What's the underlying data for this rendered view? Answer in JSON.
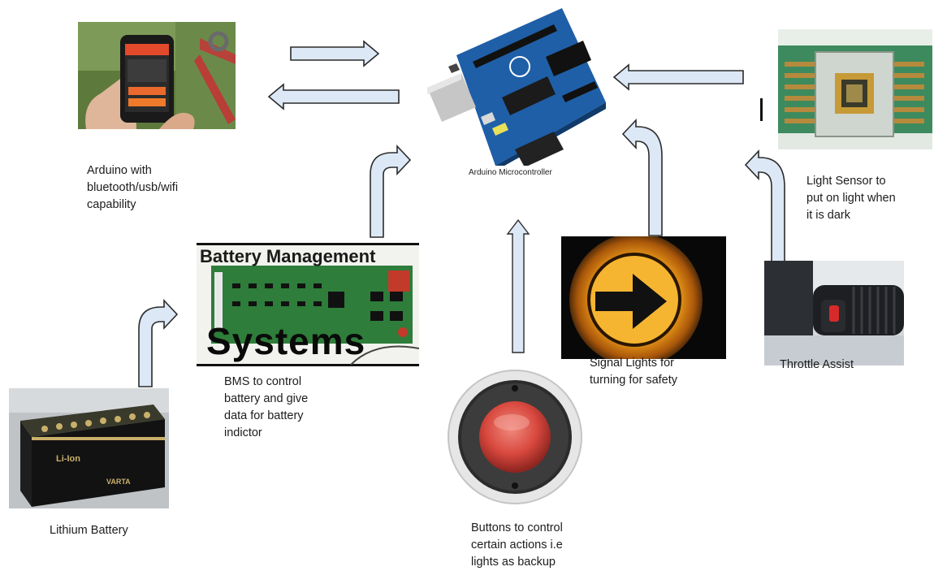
{
  "labels": {
    "arduino_micro": "Arduino Microcontroller",
    "phone": "Arduino with\nbluetooth/usb/wifi\ncapability",
    "light_sensor": "Light Sensor to\nput on light when\nit is dark",
    "bms": "BMS to control\nbattery and give\ndata for battery\nindictor",
    "signal": "Signal Lights for\nturning for safety",
    "throttle": "Throttle Assist",
    "battery": "Lithium Battery",
    "buttons": "Buttons to control\ncertain actions i.e\nlights as backup"
  },
  "bms_image": {
    "title": "Battery Management",
    "subtitle": "Systems"
  },
  "battery_image": {
    "brand": "Li-Ion",
    "maker": "VARTA"
  },
  "colors": {
    "arrow_fill": "#dce8f5",
    "arrow_stroke": "#2b2b2b",
    "arduino_blue": "#1f5fa8",
    "signal_amber": "#f4a21a",
    "button_red": "#d8483e"
  }
}
